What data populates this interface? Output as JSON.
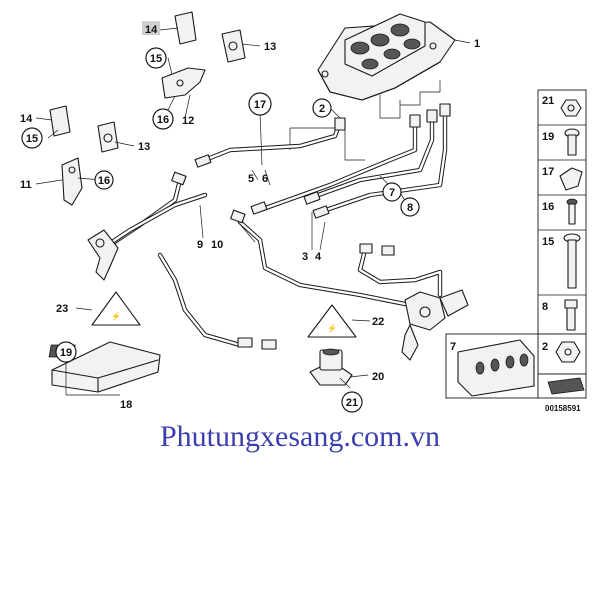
{
  "diagram": {
    "part_numbers": {
      "p1": "1",
      "p2": "2",
      "p3": "3",
      "p4": "4",
      "p5": "5",
      "p6": "6",
      "p7": "7",
      "p8": "8",
      "p9": "9",
      "p10": "10",
      "p11": "11",
      "p12": "12",
      "p13a": "13",
      "p13b": "13",
      "p14a": "14",
      "p14b": "14",
      "p15a": "15",
      "p15b": "15",
      "p16a": "16",
      "p16b": "16",
      "p17": "17",
      "p18": "18",
      "p19": "19",
      "p20": "20",
      "p21": "21",
      "p22": "22",
      "p23": "23"
    },
    "legend": {
      "items": [
        "21",
        "19",
        "17",
        "16",
        "15",
        "8",
        "2"
      ],
      "kit_label": "7",
      "code": "00158591"
    }
  },
  "watermark": "Phutungxesang.com.vn"
}
